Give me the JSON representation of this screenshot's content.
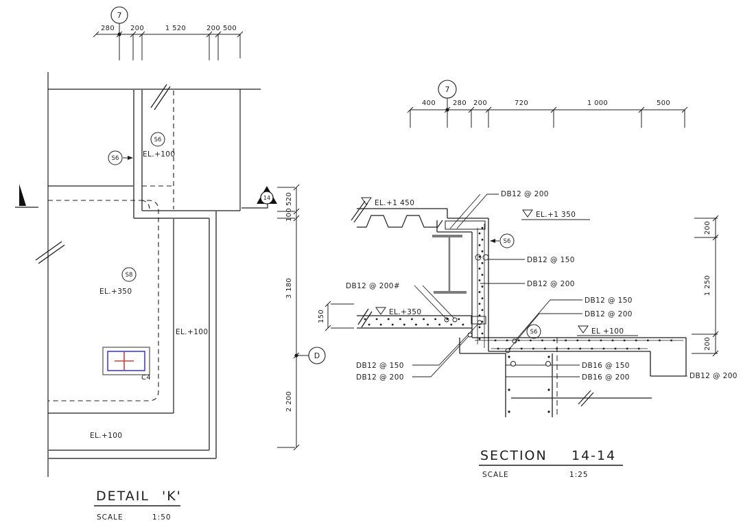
{
  "detail": {
    "grid_bubble": "7",
    "dims_top": [
      "280",
      "200",
      "1 520",
      "200",
      "500"
    ],
    "dims_vertical": [
      "520",
      "100",
      "3 180",
      "2 200"
    ],
    "datum_bubble": "D",
    "section_flag": "14",
    "s6_left": "S6",
    "s6_room": "S6",
    "s8_lower": "S8",
    "el_room": "EL.+100",
    "el_lower": "EL.+350",
    "el_strip": "EL.+100",
    "el_bottom": "EL.+100",
    "c4": "C4",
    "title": "DETAIL",
    "title_key": "'K'",
    "scale_label": "SCALE",
    "scale_value": "1:50"
  },
  "section": {
    "grid_bubble": "7",
    "dims_top": [
      "400",
      "280",
      "200",
      "720",
      "1 000",
      "500"
    ],
    "dims_right": [
      "200",
      "1 250",
      "200"
    ],
    "dim_slab": "150",
    "el_deck": "EL.+1 450",
    "el_wall_top": "EL.+1 350",
    "el_mid": "EL.+350",
    "el_slab": "EL +100",
    "s6_wall": "S6",
    "s6_slab": "S6",
    "rebar_top": "DB12 @ 200",
    "rebar_wall_a": "DB12 @ 150",
    "rebar_wall_b": "DB12 @ 200",
    "rebar_mid_slab": "DB12 @ 200#",
    "rebar_step_a": "DB12 @ 150",
    "rebar_step_b": "DB12 @ 200",
    "rebar_foot_a": "DB12 @ 150",
    "rebar_foot_b": "DB12 @ 200",
    "rebar_col_a": "DB16 @ 150",
    "rebar_col_b": "DB16 @ 200",
    "rebar_curb": "DB12 @ 200",
    "title": "SECTION",
    "title_num": "14-14",
    "scale_label": "SCALE",
    "scale_value": "1:25"
  },
  "colors": {
    "line": "#1c1c1c",
    "wall_gray": "#6d6d6d",
    "steel_gray": "#7c7c7c",
    "column_red": "#d43c3c",
    "column_blue": "#2323cc"
  }
}
